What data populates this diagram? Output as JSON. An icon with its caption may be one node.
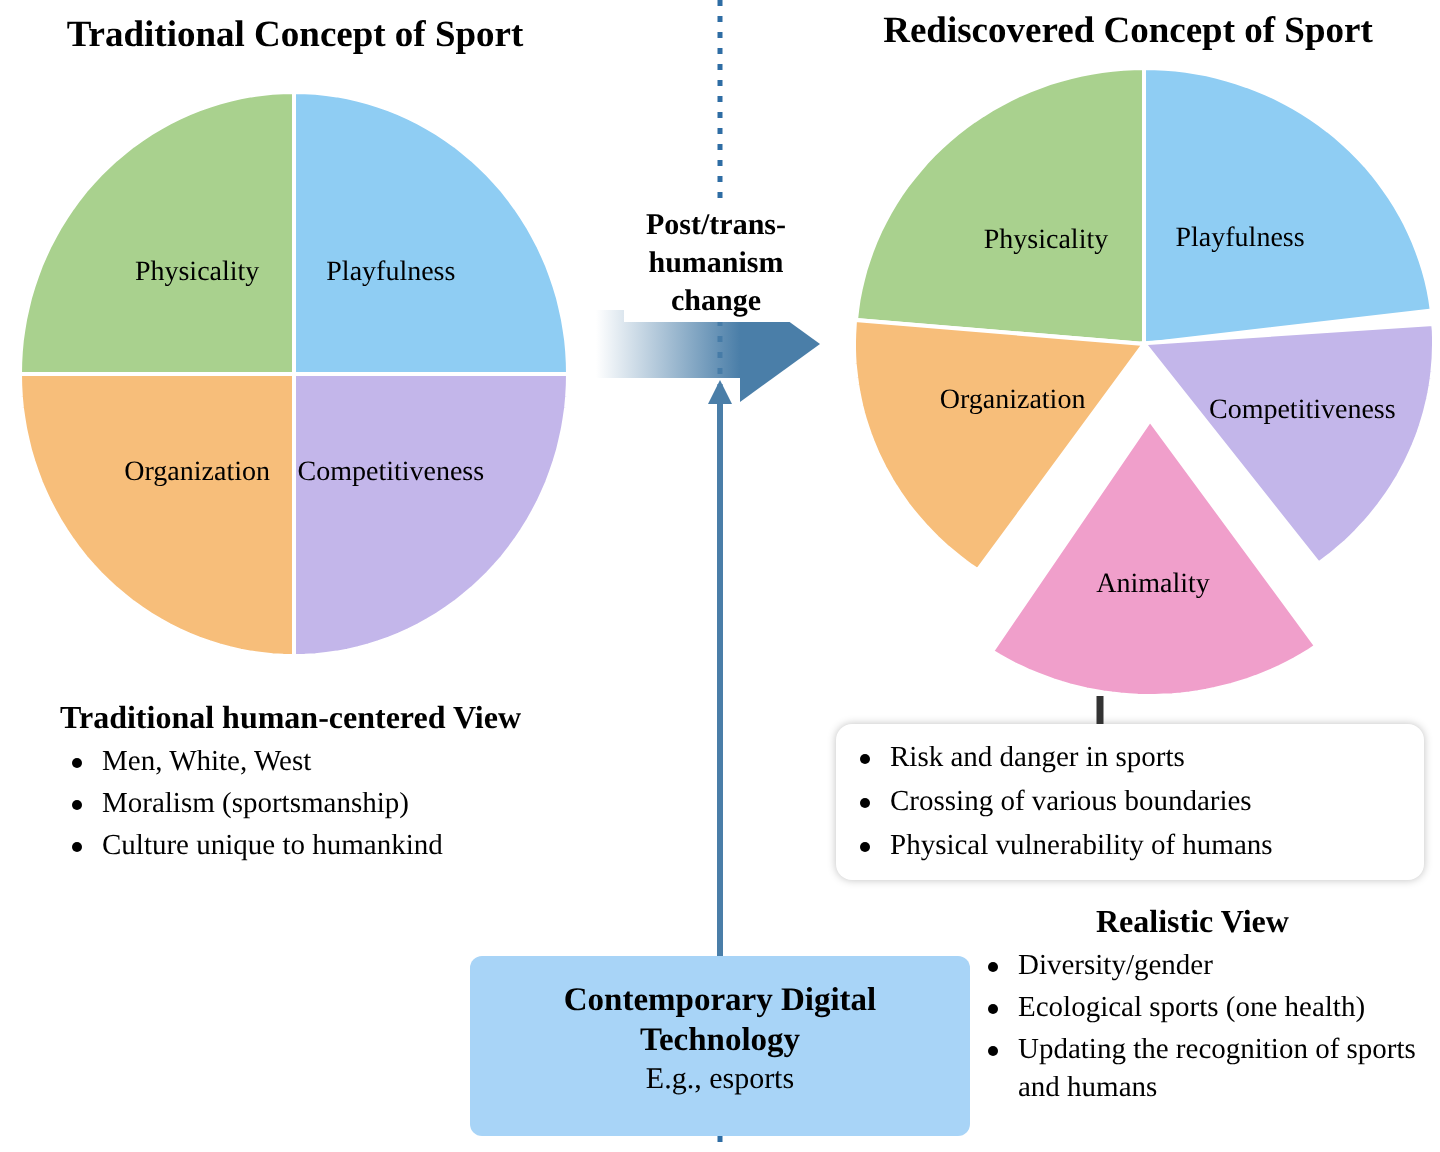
{
  "diagram": {
    "nodes": [
      {
        "text": [
          "Traditional Concept of Sport"
        ]
      },
      {
        "text": [
          "Physicality"
        ],
        "in": 0
      },
      {
        "text": [
          "Playfulness"
        ],
        "in": 0
      },
      {
        "text": [
          "Organization"
        ],
        "in": 0
      },
      {
        "text": [
          "Competitiveness"
        ],
        "in": 0
      },
      {
        "text": [
          "Rediscovered Concept of Sport"
        ]
      },
      {
        "text": [
          "Physicality"
        ],
        "in": 5
      },
      {
        "text": [
          "Playfulness"
        ],
        "in": 5
      },
      {
        "text": [
          "Organization"
        ],
        "in": 5
      },
      {
        "text": [
          "Competitiveness"
        ],
        "in": 5
      },
      {
        "text": [
          "Animality"
        ],
        "in": 5
      },
      {
        "text": [
          "Risk and danger in sports",
          "Crossing of various boundaries",
          "Physical vulnerability of humans"
        ]
      },
      {
        "text": [
          "Contemporary Digital Technology",
          "E.g., esports"
        ]
      }
    ],
    "edges": [
      {
        "from": 0,
        "to": 5,
        "arrow": "to",
        "label": "Post/trans-humanism change",
        "style": "thick",
        "color": "#4a7ea8"
      },
      {
        "from": 10,
        "to": 11,
        "arrow": "none",
        "color": "#333333"
      },
      {
        "from": 12,
        "to": null,
        "arrow": "to",
        "color": "#4a7ea8"
      }
    ],
    "labels": [
      "Traditional human-centered View",
      "Men, White, West",
      "Moralism (sportsmanship)",
      "Culture unique to humankind",
      "Realistic View",
      "Diversity/gender",
      "Ecological sports (one health)",
      "Updating the recognition of sports and humans"
    ]
  }
}
